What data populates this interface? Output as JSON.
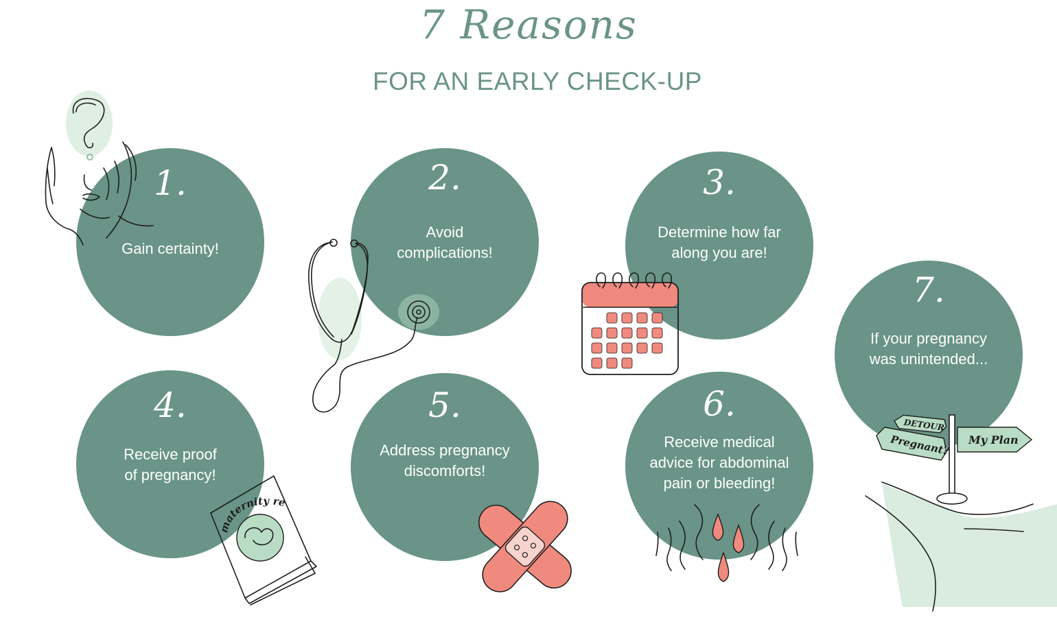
{
  "title": "7 Reasons",
  "subtitle": "FOR AN EARLY CHECK-UP",
  "reasons": [
    {
      "number": "1.",
      "lines": [
        "Gain certainty!"
      ],
      "icon": "question-face-icon"
    },
    {
      "number": "2.",
      "lines": [
        "Avoid",
        "complications!"
      ],
      "icon": "stethoscope-icon"
    },
    {
      "number": "3.",
      "lines": [
        "Determine how far",
        "along you are!"
      ],
      "icon": "calendar-icon"
    },
    {
      "number": "4.",
      "lines": [
        "Receive proof",
        "of pregnancy!"
      ],
      "icon": "maternity-records-icon"
    },
    {
      "number": "5.",
      "lines": [
        "Address pregnancy",
        "discomforts!"
      ],
      "icon": "bandage-icon"
    },
    {
      "number": "6.",
      "lines": [
        "Receive medical",
        "advice for abdominal",
        "pain or bleeding!"
      ],
      "icon": "blood-drops-icon"
    },
    {
      "number": "7.",
      "lines": [
        "If your pregnancy",
        "was unintended..."
      ],
      "icon": "signpost-icon"
    }
  ],
  "record_book_label": "maternity records",
  "signpost": {
    "detour": "DETOUR",
    "pregnant": "Pregnant?",
    "plan": "My Plan"
  },
  "colors": {
    "circle": "#699487",
    "accent_green": "#6a9486",
    "mint": "#b9dcc4",
    "coral": "#f08a7e"
  }
}
